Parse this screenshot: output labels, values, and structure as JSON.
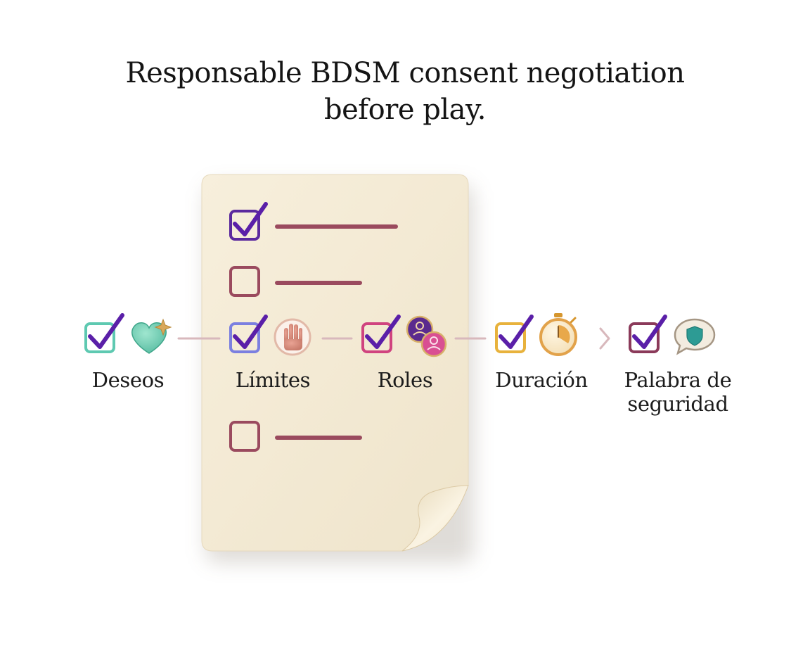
{
  "title": {
    "line1": "Responsable BDSM consent negotiation",
    "line2": "before play."
  },
  "document": {
    "checklist": [
      {
        "checked": true,
        "color": "#5b2a9e",
        "line": "long"
      },
      {
        "checked": false,
        "color": "#9a4a5e",
        "line": "short"
      },
      {
        "checked": false,
        "color": "#9a4a5e",
        "line": "short"
      }
    ]
  },
  "steps": [
    {
      "label": "Deseos",
      "checkbox_color": "#5ec9b1",
      "icon": "heart-sparkle-icon",
      "icon_color": "#6fd0b4"
    },
    {
      "label": "Límites",
      "checkbox_color": "#7b7fe0",
      "icon": "stop-hand-icon",
      "icon_color": "#d98a7a"
    },
    {
      "label": "Roles",
      "checkbox_color": "#d0437f",
      "icon": "two-users-icon",
      "icon_color": "#6a3aa0"
    },
    {
      "label": "Duración",
      "checkbox_color": "#e8b23c",
      "icon": "stopwatch-icon",
      "icon_color": "#e2a24a"
    },
    {
      "label_line1": "Palabra de",
      "label_line2": "seguridad",
      "checkbox_color": "#8b3a5a",
      "icon": "shield-speech-icon",
      "icon_color": "#2d9b94"
    }
  ],
  "colors": {
    "check_mark": "#5a1fa8",
    "paper": "#f4ebd6",
    "paper_line": "#9a4a5e",
    "connector": "#d8b8bc"
  }
}
